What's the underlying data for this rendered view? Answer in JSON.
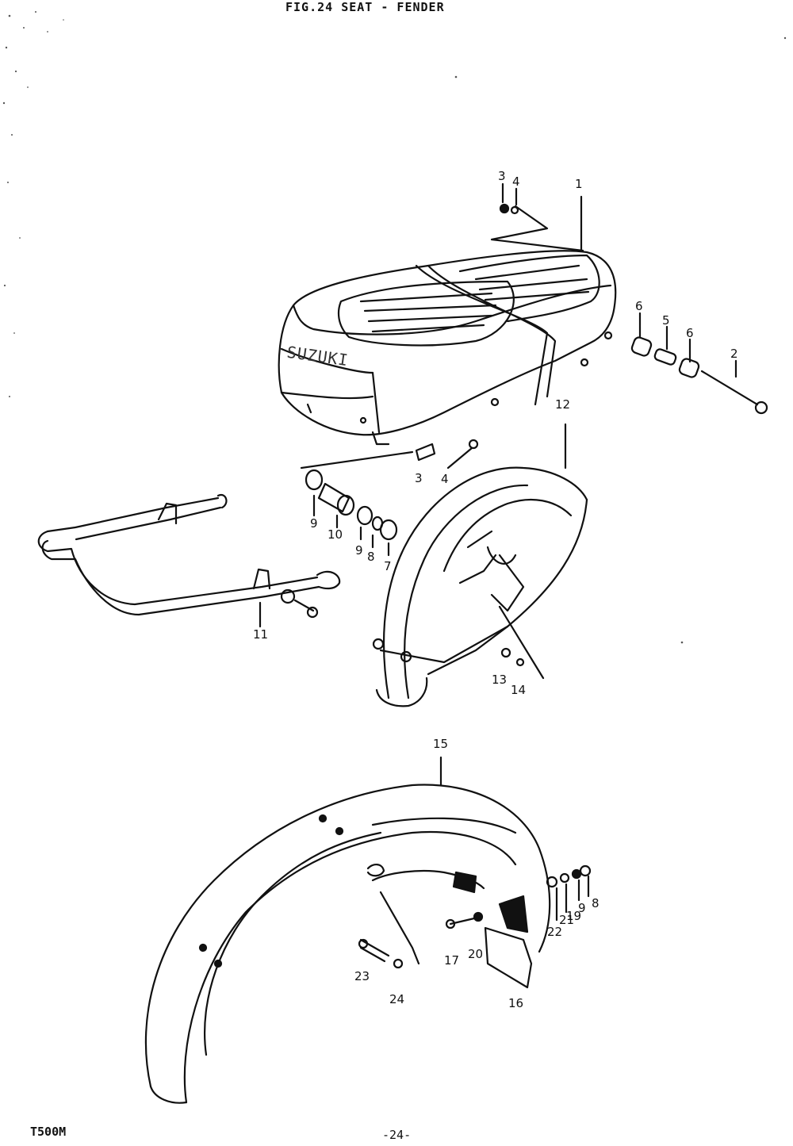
{
  "header": {
    "title": "FIG.24 SEAT - FENDER"
  },
  "footer": {
    "model": "T500M",
    "page": "-24-"
  },
  "seat": {
    "brand": "SUZUKI"
  },
  "callouts": [
    "1",
    "2",
    "3",
    "4",
    "4",
    "5",
    "6",
    "6",
    "7",
    "8",
    "8",
    "9",
    "9",
    "9",
    "10",
    "11",
    "12",
    "13",
    "14",
    "15",
    "16",
    "17",
    "19",
    "20",
    "21",
    "22",
    "23",
    "24",
    "3"
  ]
}
